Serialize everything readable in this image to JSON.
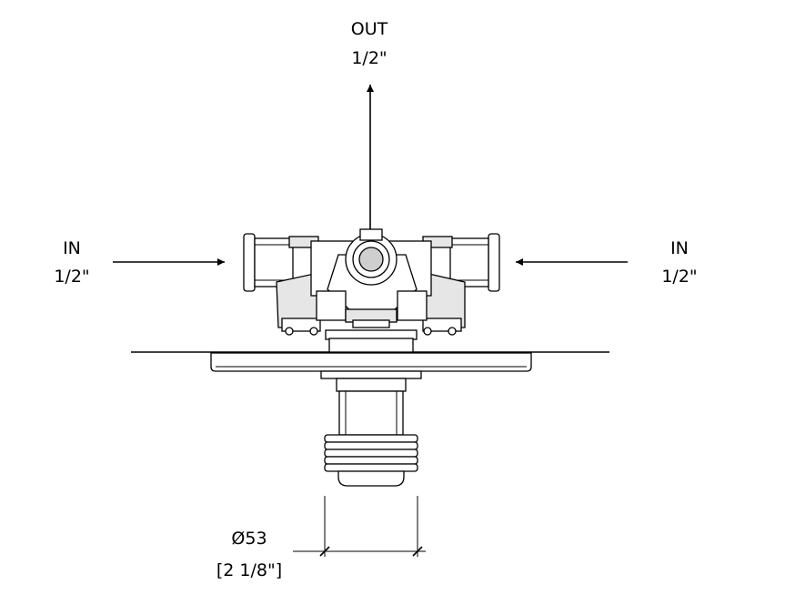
{
  "labels": {
    "out_line1": "OUT",
    "out_line2": "1/2\"",
    "in_left_line1": "IN",
    "in_left_line2": "1/2\"",
    "in_right_line1": "IN",
    "in_right_line2": "1/2\"",
    "dim_line1": "Ø53",
    "dim_line2": "[2 1/8\"]"
  }
}
